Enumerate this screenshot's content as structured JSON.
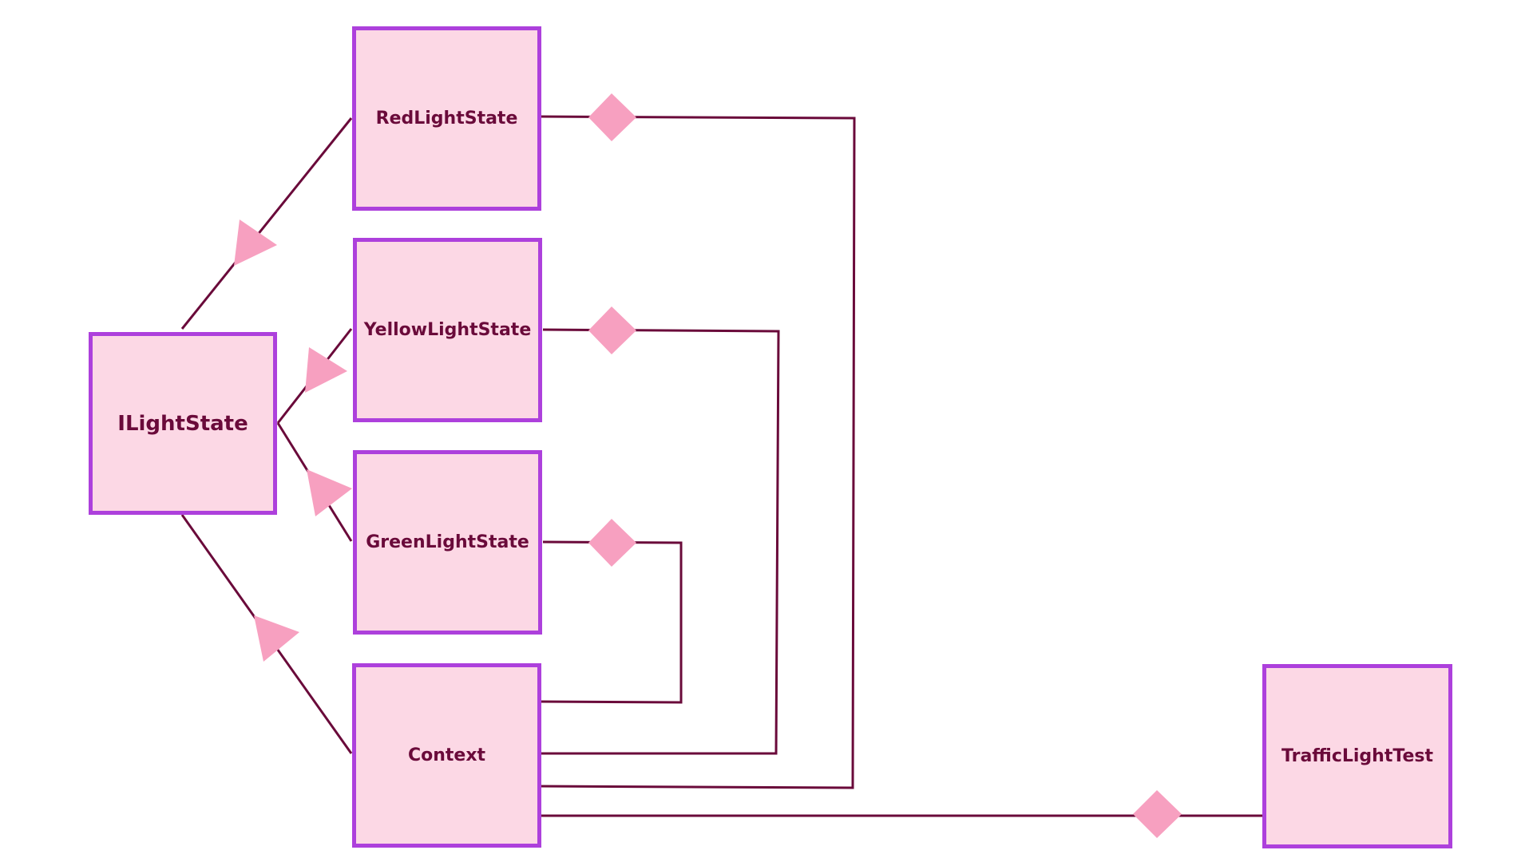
{
  "diagram": {
    "nodes": {
      "ilightstate": "ILightState",
      "red": "RedLightState",
      "yellow": "YellowLightState",
      "green": "GreenLightState",
      "context": "Context",
      "test": "TrafficLightTest"
    },
    "relations": [
      {
        "type": "realization",
        "from": "RedLightState",
        "to": "ILightState"
      },
      {
        "type": "realization",
        "from": "YellowLightState",
        "to": "ILightState"
      },
      {
        "type": "realization",
        "from": "GreenLightState",
        "to": "ILightState"
      },
      {
        "type": "realization",
        "from": "Context",
        "to": "ILightState"
      },
      {
        "type": "composition",
        "from": "Context",
        "to": "RedLightState"
      },
      {
        "type": "composition",
        "from": "Context",
        "to": "YellowLightState"
      },
      {
        "type": "composition",
        "from": "Context",
        "to": "GreenLightState"
      },
      {
        "type": "composition",
        "from": "Context",
        "to": "TrafficLightTest"
      }
    ]
  },
  "colors": {
    "box_fill": "#fcd8e5",
    "box_border": "#ad40dc",
    "text": "#6a0a3a",
    "connector": "#6a0a3a",
    "marker_fill": "#f7a0c0"
  }
}
